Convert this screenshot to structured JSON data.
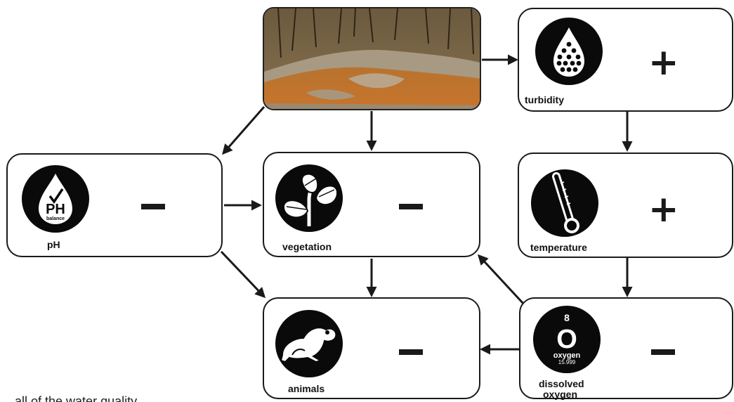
{
  "nodes": {
    "turbidity": {
      "label": "turbidity",
      "sign": "+"
    },
    "ph": {
      "label": "pH",
      "sign": "−",
      "icon_text": "PH",
      "icon_subtext": "balance"
    },
    "vegetation": {
      "label": "vegetation",
      "sign": "−"
    },
    "temperature": {
      "label": "temperature",
      "sign": "+"
    },
    "animals": {
      "label": "animals",
      "sign": "−"
    },
    "dissolved_oxygen": {
      "label_line1": "dissolved",
      "label_line2": "oxygen",
      "sign": "−",
      "icon_number": "8",
      "icon_symbol": "O",
      "icon_name": "oxygen",
      "icon_mass": "15.999"
    }
  },
  "icons": {
    "turbidity": "water-drop-particles-icon",
    "ph": "ph-balance-drop-icon",
    "vegetation": "leaves-plant-icon",
    "temperature": "thermometer-icon",
    "animals": "frog-icon",
    "dissolved_oxygen": "oxygen-element-icon"
  },
  "photo": "polluted-orange-stream-photo",
  "colors": {
    "ink": "#1a1a1a",
    "water": "#c8742c"
  },
  "footer_text": "...all of the water quality..."
}
